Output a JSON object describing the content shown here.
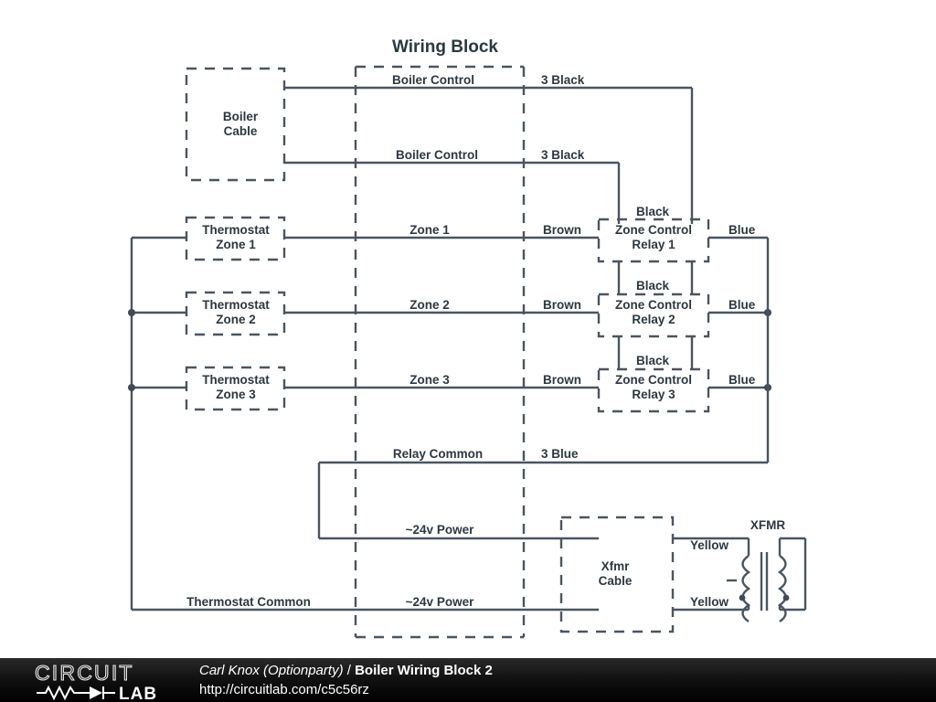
{
  "diagram": {
    "title": "Wiring Block",
    "boxes": [
      {
        "id": "boiler-cable",
        "label_line1": "Boiler",
        "label_line2": "Cable"
      },
      {
        "id": "thermostat-zone-1",
        "label_line1": "Thermostat",
        "label_line2": "Zone 1"
      },
      {
        "id": "thermostat-zone-2",
        "label_line1": "Thermostat",
        "label_line2": "Zone 2"
      },
      {
        "id": "thermostat-zone-3",
        "label_line1": "Thermostat",
        "label_line2": "Zone 3"
      },
      {
        "id": "zone-control-relay-1",
        "label_line1": "Zone Control",
        "label_line2": "Relay 1"
      },
      {
        "id": "zone-control-relay-2",
        "label_line1": "Zone Control",
        "label_line2": "Relay 2"
      },
      {
        "id": "zone-control-relay-3",
        "label_line1": "Zone Control",
        "label_line2": "Relay 3"
      },
      {
        "id": "xfmr-cable",
        "label_line1": "Xfmr",
        "label_line2": "Cable"
      }
    ],
    "wire_labels": {
      "boiler_control_1": "Boiler Control",
      "boiler_control_2": "Boiler Control",
      "zone_1": "Zone 1",
      "zone_2": "Zone 2",
      "zone_3": "Zone 3",
      "relay_common": "Relay Common",
      "power_24v_upper": "~24v Power",
      "power_24v_lower": "~24v Power",
      "thermostat_common": "Thermostat Common",
      "three_black_1": "3 Black",
      "three_black_2": "3 Black",
      "three_blue": "3 Blue",
      "brown_1": "Brown",
      "brown_2": "Brown",
      "brown_3": "Brown",
      "blue_1": "Blue",
      "blue_2": "Blue",
      "blue_3": "Blue",
      "black_1": "Black",
      "black_2": "Black",
      "black_3": "Black",
      "yellow_upper": "Yellow",
      "yellow_lower": "Yellow",
      "xfmr": "XFMR"
    },
    "colors": {
      "stroke": "#4a5560",
      "text": "#2c3840",
      "background": "#ffffff"
    }
  },
  "footer": {
    "logo_word_top": "CIRCUIT",
    "logo_word_bottom": "LAB",
    "author": "Carl Knox (Optionparty)",
    "separator": " / ",
    "title": "Boiler Wiring Block 2",
    "url": "http://circuitlab.com/c5c56rz",
    "background": "#000000"
  }
}
